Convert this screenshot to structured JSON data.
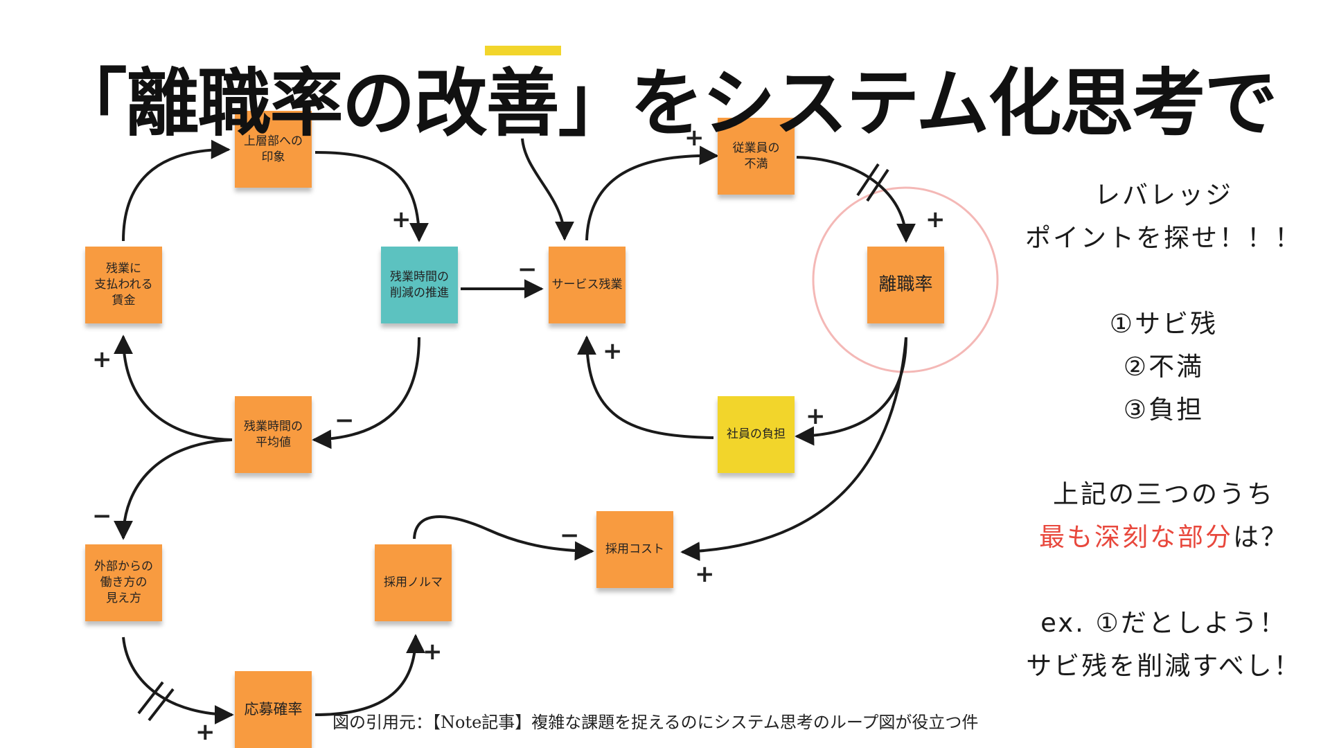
{
  "title": "「離職率の改善」をシステム化思考で",
  "notes": {
    "upper_impression": "上層部への\n印象",
    "overtime_pay": "残業に\n支払われる\n賃金",
    "overtime_reduction": "残業時間の\n削減の推進",
    "service_overtime": "サービス残業",
    "employee_dissatisfaction": "従業員の\n不満",
    "turnover_rate": "離職率",
    "avg_overtime": "残業時間の\n平均値",
    "employee_burden": "社員の負担",
    "external_view": "外部からの\n働き方の\n見え方",
    "hiring_quota": "採用ノルマ",
    "hiring_cost": "採用コスト",
    "application_rate": "応募確率"
  },
  "signs": {
    "s1": "+",
    "s2": "−",
    "s3": "+",
    "s4": "+",
    "s5": "+",
    "s6": "+",
    "s7": "+",
    "s8": "−",
    "s9": "−",
    "s10": "−",
    "s11": "+",
    "s12": "+",
    "s13": "+"
  },
  "side": {
    "line1": "レバレッジ",
    "line2": "ポイントを探せ！！！",
    "item1": "①サビ残",
    "item2": "②不満",
    "item3": "③負担",
    "q1": "上記の三つのうち",
    "q2_red": "最も深刻な部分",
    "q2_rest": "は？",
    "ex1": "ex. ①だとしよう！",
    "ex2": "サビ残を削減すべし！"
  },
  "caption": "図の引用元：【Note記事】複雑な課題を捉えるのにシステム思考のループ図が役立つ件",
  "colors": {
    "orange": "#f89b40",
    "teal": "#5cc2c0",
    "yellow": "#f2d52b",
    "red": "#e8483d",
    "circle": "#f4b8b6"
  }
}
